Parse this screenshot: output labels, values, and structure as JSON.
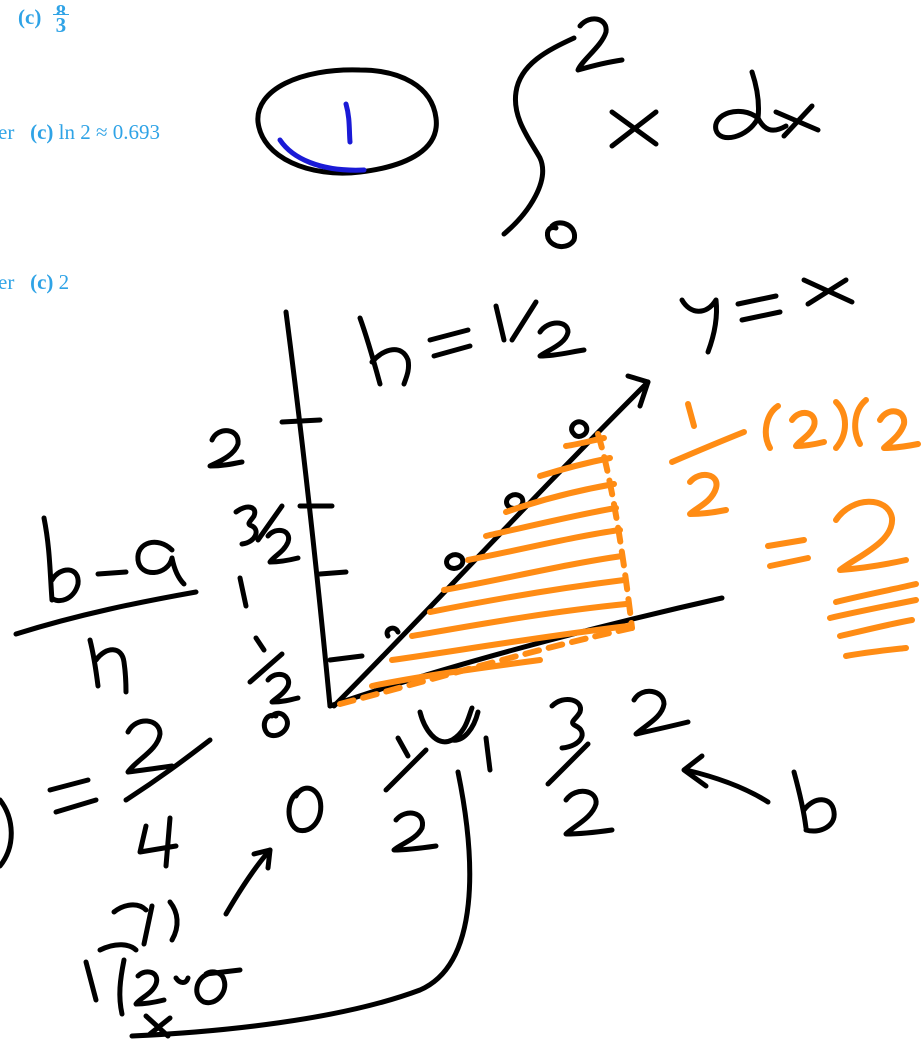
{
  "document": {
    "line1": {
      "label": "(c)",
      "fraction_denominator": "3",
      "fraction_numerator": "8"
    },
    "line2": {
      "prefix": "er",
      "label": "(c)",
      "value": "ln 2 ≈ 0.693"
    },
    "line3": {
      "prefix": "er",
      "label": "(c)",
      "value": "2"
    }
  },
  "colors": {
    "document_text": "#2fa3e6",
    "ink_black": "#000000",
    "ink_orange": "#ff8c14",
    "ink_blue": "#1a1ad6"
  }
}
